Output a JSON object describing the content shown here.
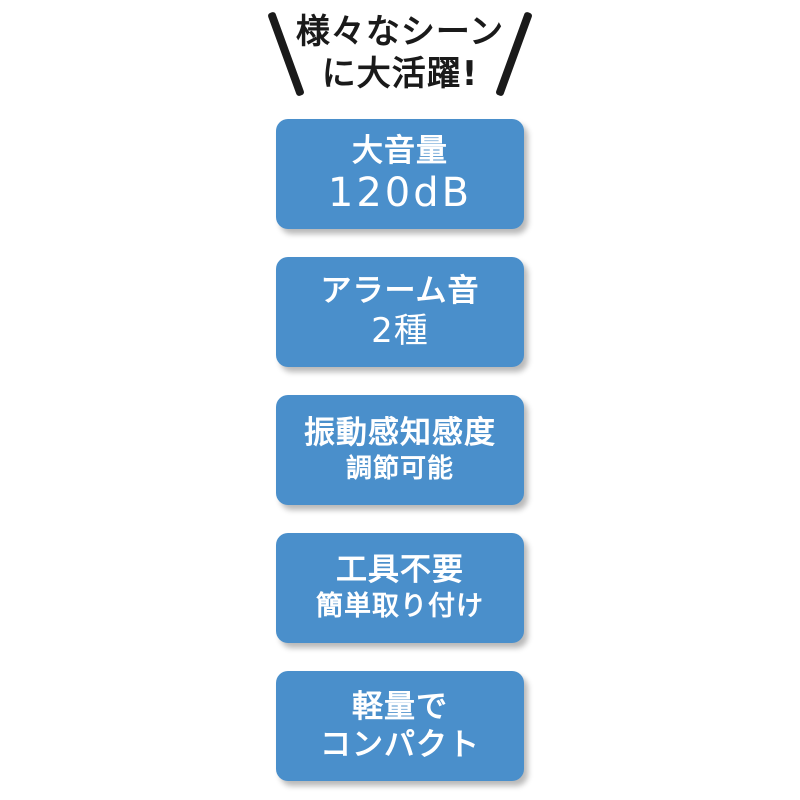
{
  "header": {
    "line1": "様々なシーン",
    "line2": "に大活躍!"
  },
  "cards": [
    {
      "line1": "大音量",
      "line2": "120dB"
    },
    {
      "line1": "アラーム音",
      "line2": "2種"
    },
    {
      "line1": "振動感知感度",
      "line2": "調節可能"
    },
    {
      "line1": "工具不要",
      "line2": "簡単取り付け"
    },
    {
      "line1": "軽量で",
      "line2": "コンパクト"
    }
  ],
  "colors": {
    "card_background": "#4a8fcb",
    "card_text": "#ffffff",
    "header_text": "#1a1a1a"
  }
}
